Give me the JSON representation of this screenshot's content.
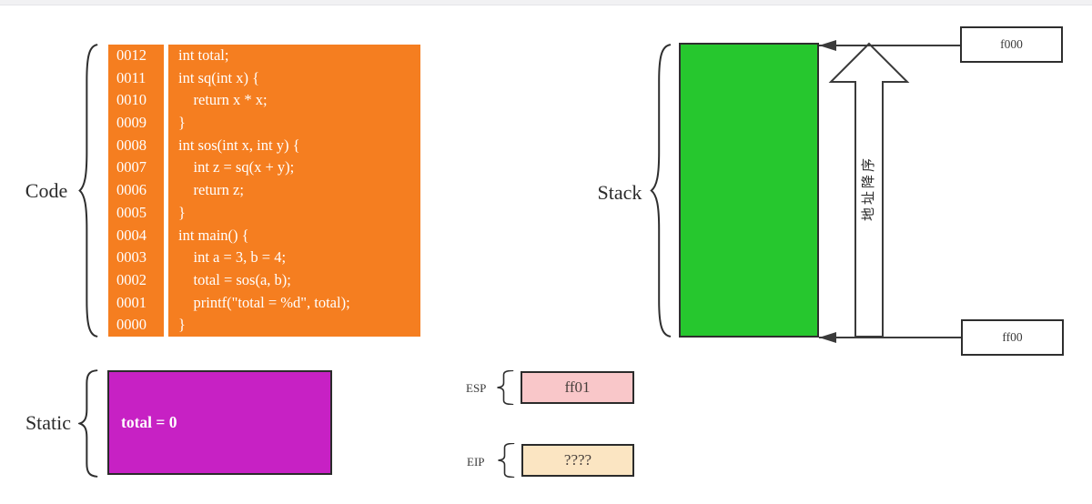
{
  "code_section": {
    "label": "Code",
    "fill_color": "#F57E20",
    "addresses": [
      "0012",
      "0011",
      "0010",
      "0009",
      "0008",
      "0007",
      "0006",
      "0005",
      "0004",
      "0003",
      "0002",
      "0001",
      "0000"
    ],
    "lines": [
      "int total;",
      "int sq(int x) {",
      "    return x * x;",
      "}",
      "int sos(int x, int y) {",
      "    int z = sq(x + y);",
      "    return z;",
      "}",
      "int main() {",
      "    int a = 3, b = 4;",
      "    total = sos(a, b);",
      "    printf(\"total = %d\", total);",
      "}"
    ]
  },
  "static_section": {
    "label": "Static",
    "fill_color": "#C721C4",
    "content": "total = 0"
  },
  "stack_section": {
    "label": "Stack",
    "fill_color": "#26C72E",
    "top_address": "f000",
    "bottom_address": "ff00",
    "arrow_caption": "地址降序"
  },
  "registers": {
    "esp": {
      "label": "ESP",
      "value": "ff01",
      "fill_color": "#F9C7C9"
    },
    "eip": {
      "label": "EIP",
      "value": "????",
      "fill_color": "#FBE5C2"
    }
  },
  "line_color": "#3A3A3A"
}
